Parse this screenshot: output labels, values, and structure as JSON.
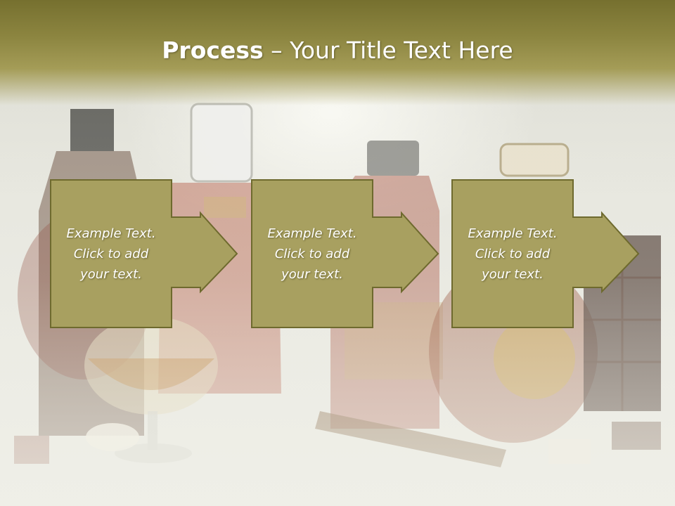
{
  "slide": {
    "title_strong": "Process",
    "title_rest": " – Your Title Text Here",
    "steps": [
      {
        "text": "Example Text.\nClick  to add\nyour text."
      },
      {
        "text": "Example Text.\nClick  to add\nyour text."
      },
      {
        "text": "Example Text.\nClick  to add\nyour text."
      }
    ]
  },
  "colors": {
    "header_band": "#8c8540",
    "box_fill": "#a8a060",
    "box_border": "#6e6a2e",
    "title_text": "#ffffff"
  },
  "icons": {
    "step_arrow": "right-arrow-icon"
  }
}
